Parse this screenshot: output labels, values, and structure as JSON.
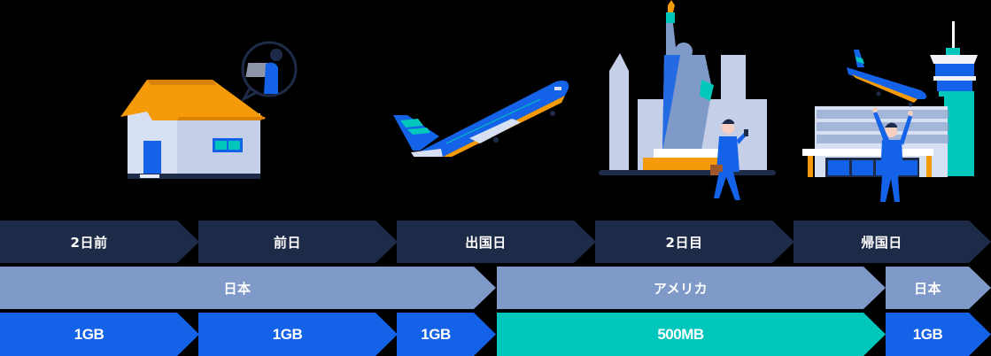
{
  "colors": {
    "day": "#1e2b48",
    "region": "#7f9ac8",
    "data_1gb": "#1462e8",
    "data_500mb": "#00c6bc",
    "background": "#000000"
  },
  "illustrations": [
    {
      "name": "home-scene",
      "description": "House with person using laptop"
    },
    {
      "name": "airplane-takeoff",
      "description": "Airplane taking off"
    },
    {
      "name": "new-york-scene",
      "description": "Statue of Liberty with businessman"
    },
    {
      "name": "airport-return-scene",
      "description": "Airport with landing plane and cheering man"
    }
  ],
  "timeline": {
    "days": [
      {
        "label": "2日前"
      },
      {
        "label": "前日"
      },
      {
        "label": "出国日"
      },
      {
        "label": "2日目"
      },
      {
        "label": "帰国日"
      }
    ],
    "regions": [
      {
        "label": "日本"
      },
      {
        "label": "アメリカ"
      },
      {
        "label": "日本"
      }
    ],
    "data": [
      {
        "label": "1GB"
      },
      {
        "label": "1GB"
      },
      {
        "label": "1GB"
      },
      {
        "label": "500MB"
      },
      {
        "label": "1GB"
      }
    ]
  }
}
